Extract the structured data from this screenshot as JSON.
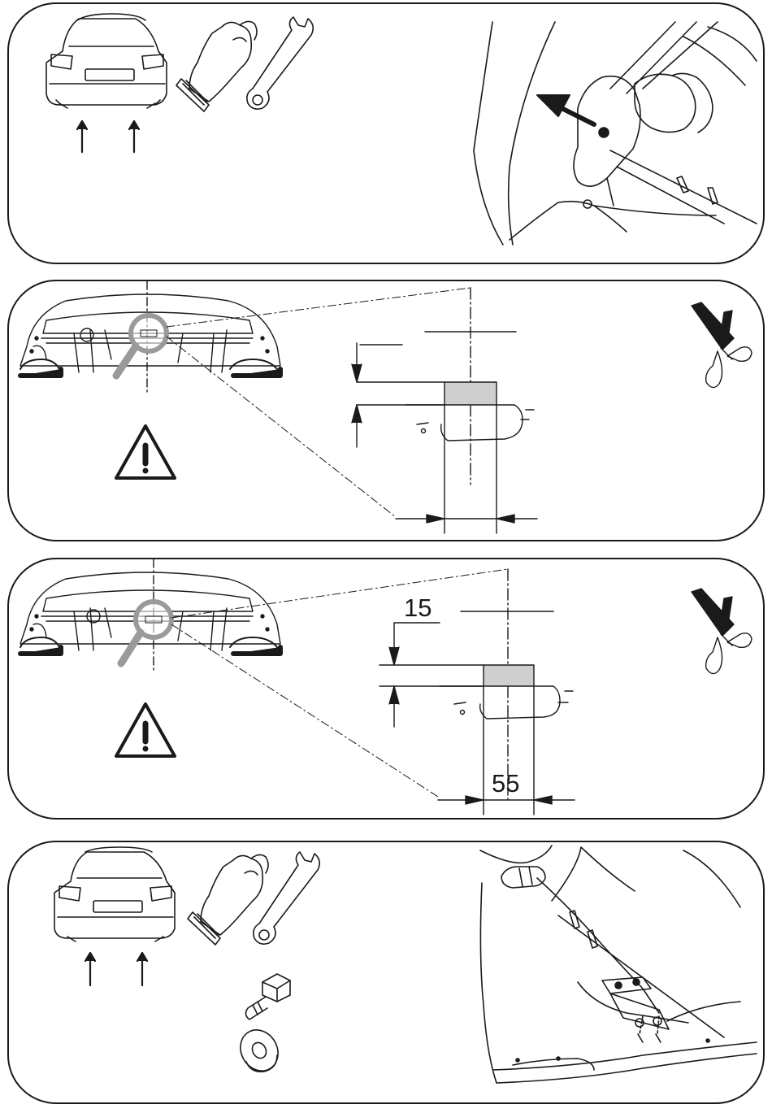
{
  "colors": {
    "stroke": "#1a1a1a",
    "tab_fill": "#cfcfcf",
    "magnifier": "#9a9a9a"
  },
  "steps": [
    {
      "icons": [
        "car-rear-icon",
        "arrow-up-icon",
        "glove-icon",
        "wrench-icon"
      ],
      "detail": "bumper-bracket-removal"
    },
    {
      "icons": [
        "car-underside-icon",
        "magnifier-icon",
        "scissors-icon",
        "warning-icon"
      ],
      "dimension_top": "",
      "dimension_bottom": ""
    },
    {
      "icons": [
        "car-underside-icon",
        "magnifier-icon",
        "scissors-icon",
        "warning-icon"
      ],
      "dimension_top": "15",
      "dimension_bottom": "55"
    },
    {
      "icons": [
        "car-rear-icon",
        "arrow-up-icon",
        "glove-icon",
        "wrench-icon",
        "bolt-icon",
        "washer-icon"
      ],
      "detail": "towbar-bracket-mount"
    }
  ]
}
